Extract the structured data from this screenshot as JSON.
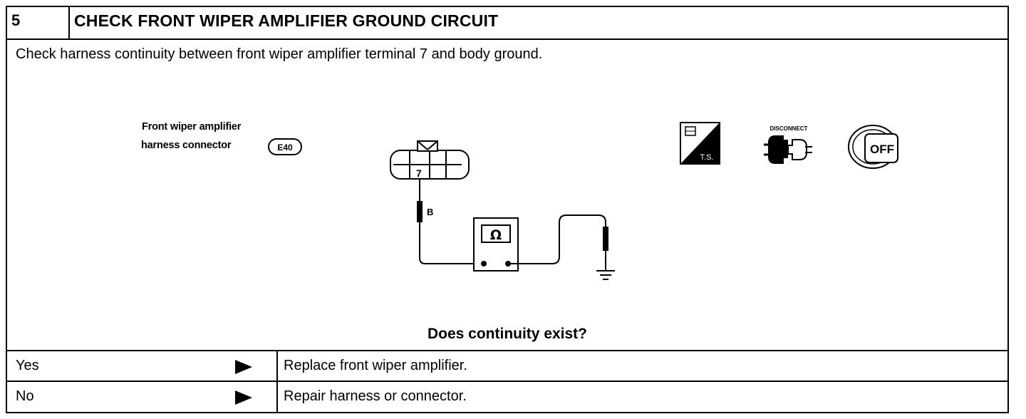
{
  "header": {
    "step_number": "5",
    "title": "CHECK FRONT WIPER AMPLIFIER GROUND CIRCUIT"
  },
  "instruction": "Check harness continuity between front wiper amplifier terminal 7 and body ground.",
  "diagram": {
    "connector_caption_line1": "Front wiper amplifier",
    "connector_caption_line2": "harness connector",
    "connector_code": "E40",
    "terminal_number": "7",
    "wire_color": "B",
    "meter_symbol": "Ω",
    "icons": {
      "ts_label": "T.S.",
      "disconnect_label": "DISCONNECT",
      "off_label": "OFF"
    }
  },
  "question": "Does continuity exist?",
  "answers": [
    {
      "label": "Yes",
      "action": "Replace front wiper amplifier."
    },
    {
      "label": "No",
      "action": "Repair harness or connector."
    }
  ]
}
